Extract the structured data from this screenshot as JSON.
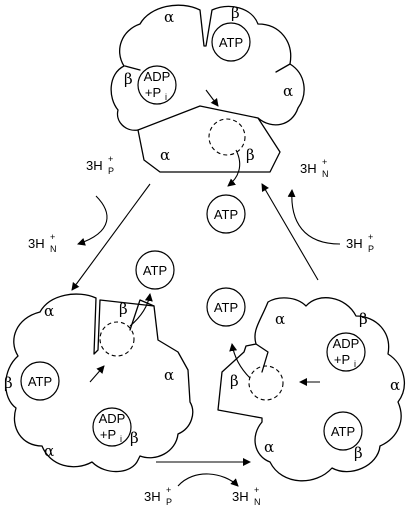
{
  "greek": {
    "alpha": "α",
    "beta": "β"
  },
  "molecules": {
    "atp": "ATP",
    "adp": "ADP",
    "pi_main": "+P",
    "pi_sub": "i"
  },
  "protons": {
    "count": "3H",
    "charge": "+",
    "p_side": "P",
    "n_side": "N"
  }
}
